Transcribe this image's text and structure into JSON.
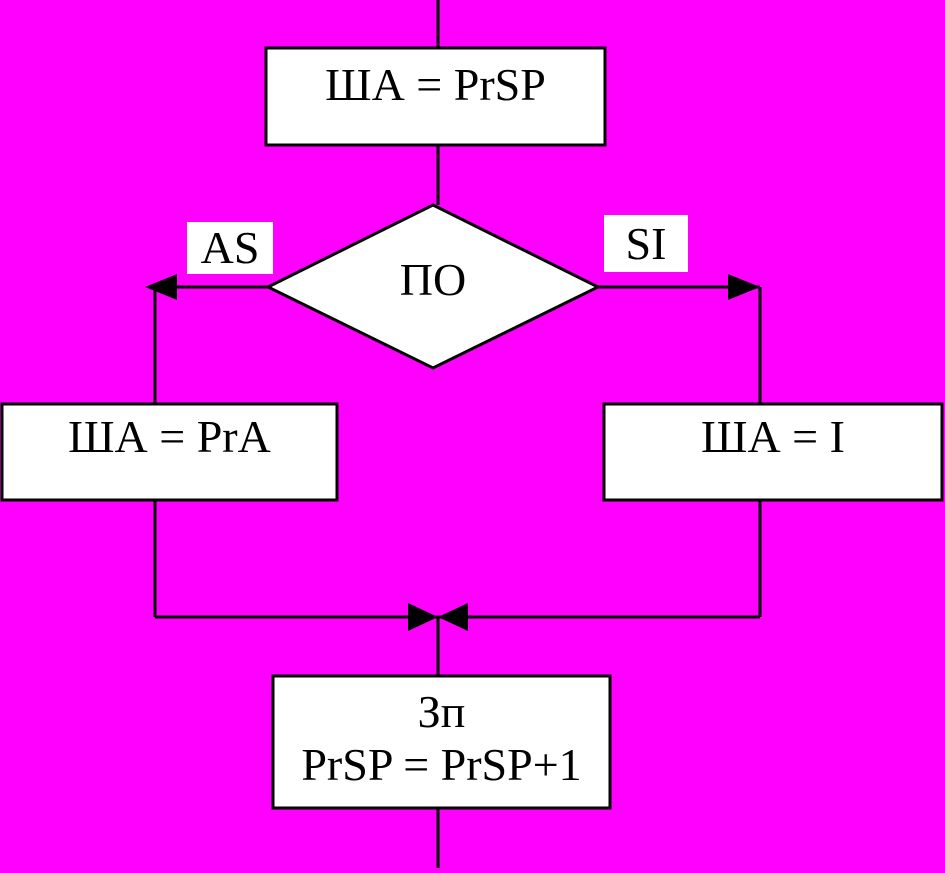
{
  "diagram": {
    "colors": {
      "background": "#ff00ff",
      "box_fill": "#ffffff",
      "stroke": "#000000"
    },
    "nodes": {
      "start_box": {
        "text": "ША = PrSP"
      },
      "decision": {
        "text": "ПО"
      },
      "left_box": {
        "text": "ША = PrA"
      },
      "right_box": {
        "text": "ША = I"
      },
      "end_box": {
        "line1": "Зп",
        "line2": "PrSP = PrSP+1"
      }
    },
    "branch_labels": {
      "left": "AS",
      "right": "SI"
    }
  }
}
